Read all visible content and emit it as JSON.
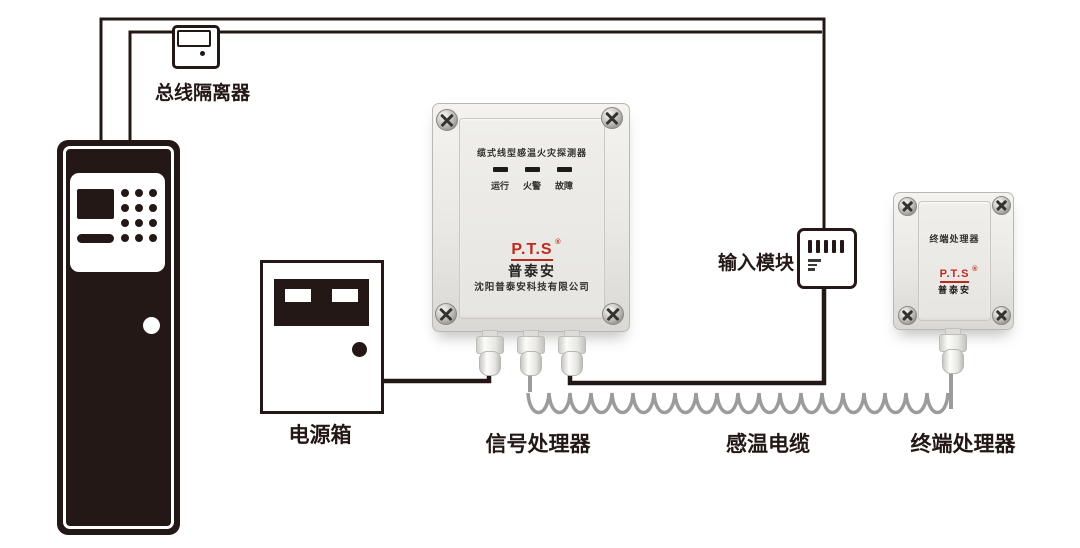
{
  "colors": {
    "line": "#231815",
    "red": "#c0281e",
    "coil": "#9c9b99"
  },
  "bus_isolator": {
    "label": "总线隔离器"
  },
  "power_box": {
    "label": "电源箱"
  },
  "signal_processor": {
    "panel_title": "缆式线型感温火灾探测器",
    "leds": [
      "运行",
      "火警",
      "故障"
    ],
    "brand": "P.T.S",
    "reg": "®",
    "brand_cn": "普泰安",
    "company": "沈阳普泰安科技有限公司",
    "label": "信号处理器"
  },
  "input_module": {
    "label": "输入模块"
  },
  "sensing_cable": {
    "label": "感温电缆"
  },
  "terminal_processor": {
    "title": "终端处理器",
    "brand": "P.T.S",
    "reg": "®",
    "brand_cn": "普泰安",
    "label": "终端处理器"
  }
}
